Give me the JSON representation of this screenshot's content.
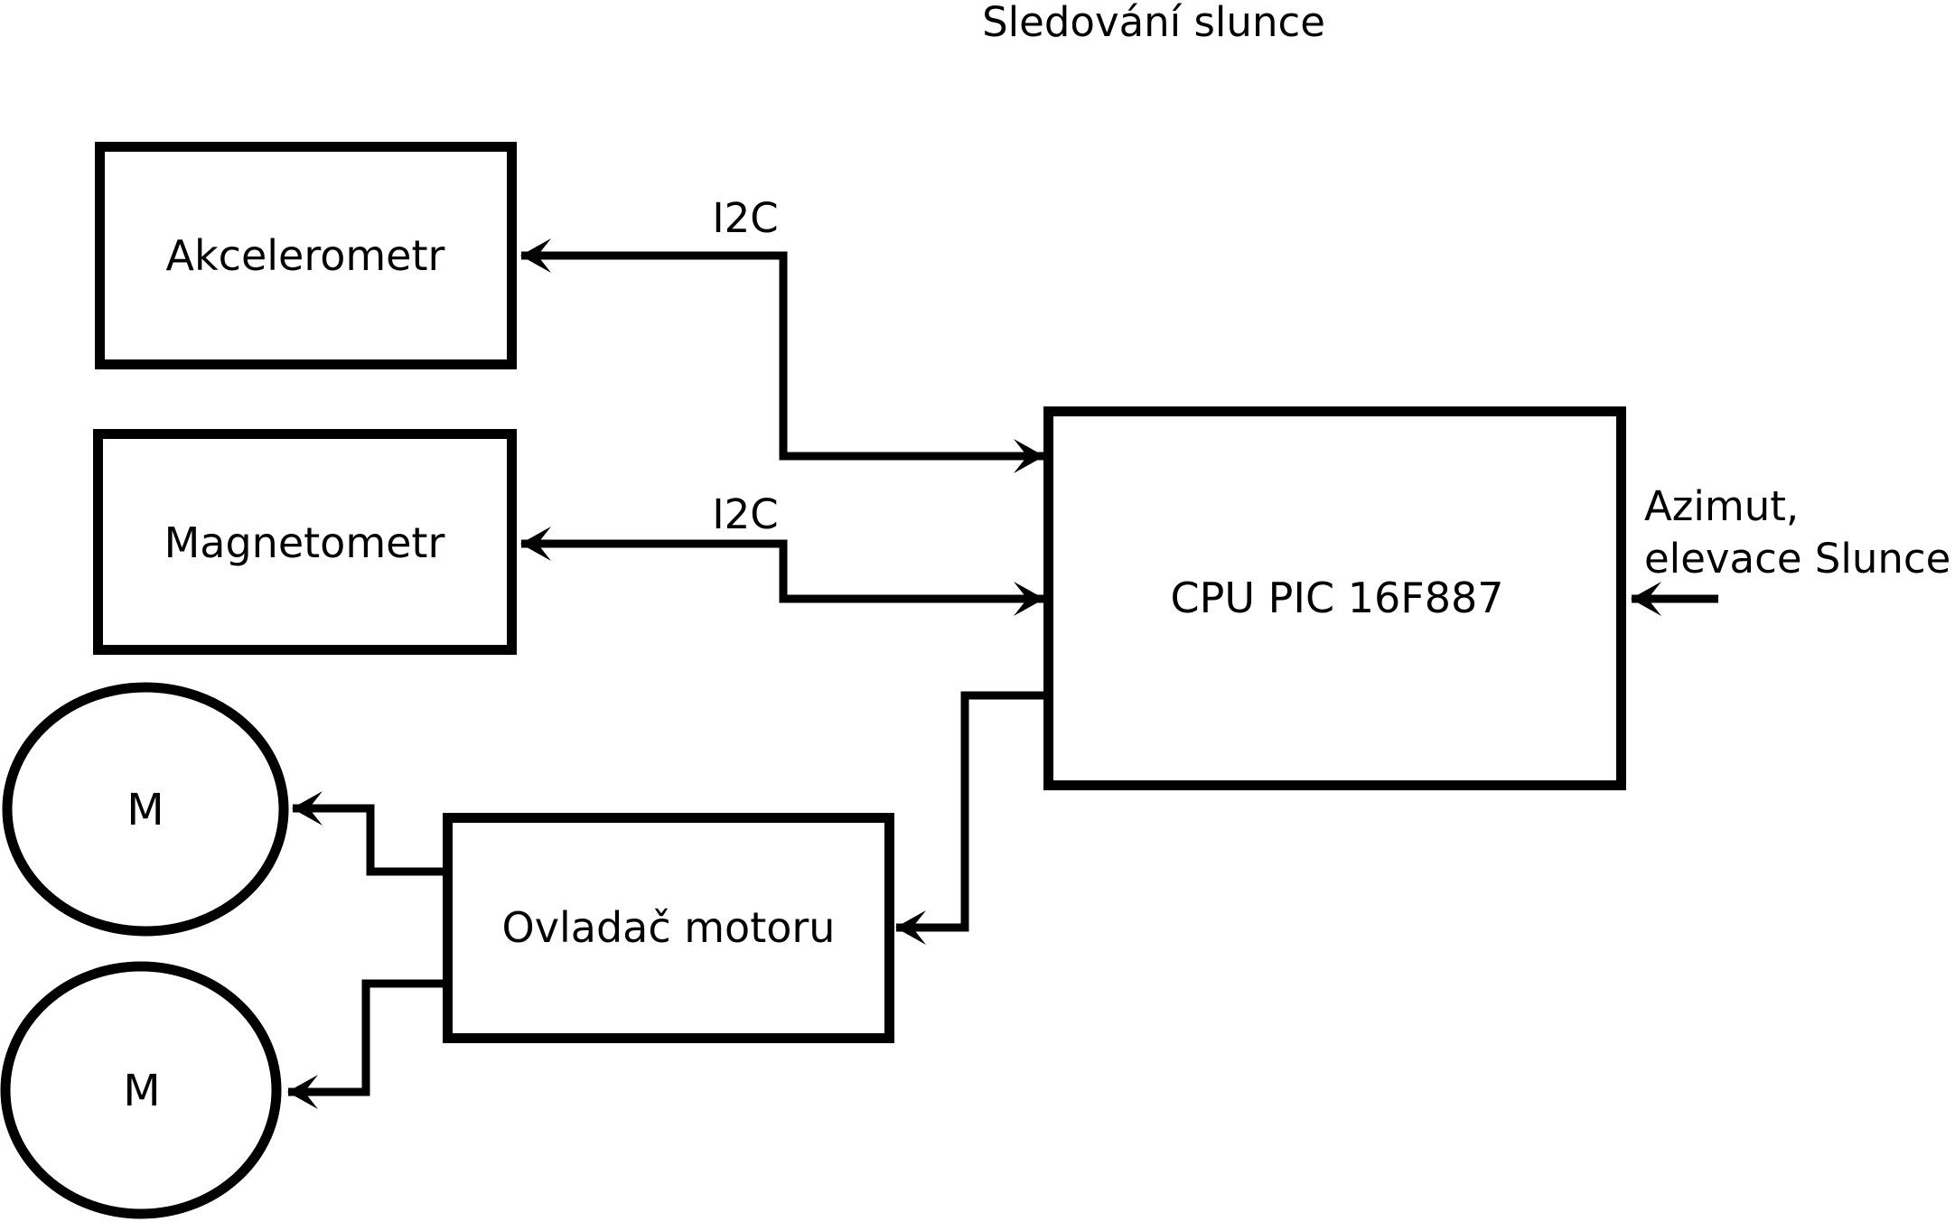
{
  "title": "Sledování slunce",
  "colors": {
    "stroke": "#000000",
    "background": "#ffffff",
    "text": "#000000"
  },
  "nodes": {
    "akcelerometr": {
      "label": "Akcelerometr",
      "shape": "rect"
    },
    "magnetometr": {
      "label": "Magnetometr",
      "shape": "rect"
    },
    "cpu": {
      "label": "CPU PIC 16F887",
      "shape": "rect"
    },
    "ovladac_motoru": {
      "label": "Ovladač motoru",
      "shape": "rect"
    },
    "motor_1": {
      "label": "M",
      "shape": "circle"
    },
    "motor_2": {
      "label": "M",
      "shape": "circle"
    }
  },
  "edges": {
    "cpu_to_akcelerometr": {
      "label": "I2C",
      "type": "double-arrow"
    },
    "cpu_to_magnetometr": {
      "label": "I2C",
      "type": "double-arrow"
    },
    "cpu_to_ovladac": {
      "type": "arrow"
    },
    "ovladac_to_motor_1": {
      "type": "arrow"
    },
    "ovladac_to_motor_2": {
      "type": "arrow"
    },
    "azimut_input": {
      "label_line1": "Azimut,",
      "label_line2": "elevace Slunce",
      "type": "arrow"
    }
  }
}
